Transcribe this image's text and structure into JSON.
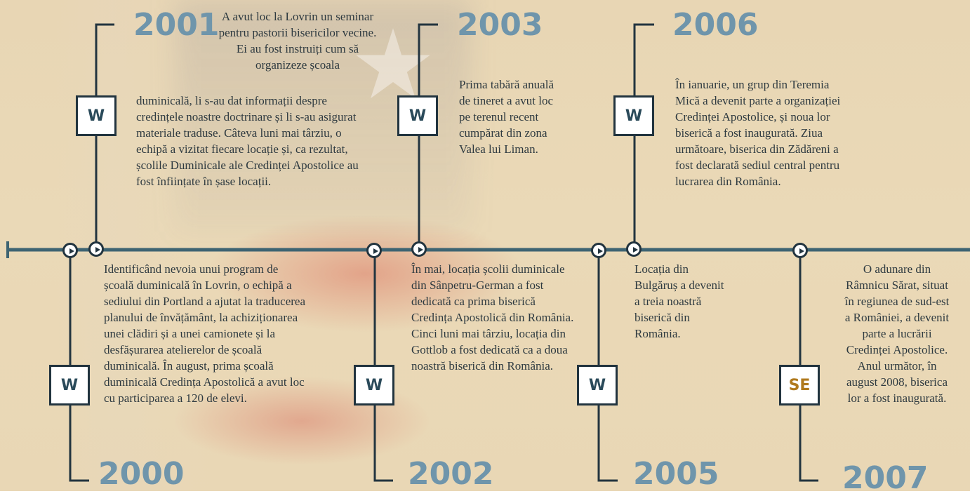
{
  "colors": {
    "year": "#6f95ab",
    "line": "#22343f",
    "timeline": "#3e6472",
    "se_badge": "#b07a1e",
    "text": "#2e3a40"
  },
  "events": {
    "e2001": {
      "year": "2001",
      "badge": "W",
      "text_center": "A avut loc la Lovrin un seminar pentru pastorii bisericilor vecine. Ei au fost instruiți cum să organizeze școala",
      "text_rest": "duminicală, li s-au dat informații despre credințele noastre doctrinare și li s-au asigurat materiale traduse. Câteva luni mai târziu, o echipă a vizitat fiecare locație și, ca rezultat, școlile Duminicale ale Credinței Apostolice au fost înființate în șase locații."
    },
    "e2003": {
      "year": "2003",
      "badge": "W",
      "text": "Prima tabără anuală de tineret a avut loc pe terenul recent cumpărat din zona Valea lui Liman."
    },
    "e2006": {
      "year": "2006",
      "badge": "W",
      "text": "În ianuarie, un grup din Teremia Mică a devenit parte a organizației Credinței Apostolice, și noua lor biserică a fost inaugurată. Ziua următoare, biserica din Zădăreni a fost declarată sediul central pentru lucrarea din România."
    },
    "e2000": {
      "year": "2000",
      "badge": "W",
      "text": "Identificând nevoia unui program de școală duminicală în Lovrin, o echipă a sediului din Portland a ajutat la traducerea planului de învățământ, la achiziționarea unei clădiri și a unei camionete și la desfășurarea atelierelor de școală duminicală. În august, prima școală duminicală Credința Apostolică a avut loc cu participarea a 120 de elevi."
    },
    "e2002": {
      "year": "2002",
      "badge": "W",
      "text": "În mai, locația școlii duminicale din Sânpetru-German a fost dedicată ca prima biserică Credința Apostolică din România. Cinci luni mai târziu, locația din Gottlob a fost dedicată ca a doua noastră biserică din România."
    },
    "e2005": {
      "year": "2005",
      "badge": "W",
      "text": "Locația din Bulgăruș a devenit a treia noastră biserică din România."
    },
    "e2007": {
      "year": "2007",
      "badge": "SE",
      "text": "O adunare din Râmnicu Sărat, situat în regiunea de sud-est a României, a devenit parte a lucrării Credinței Apostolice. Anul următor, în august 2008, biserica lor a fost inaugurată."
    }
  }
}
